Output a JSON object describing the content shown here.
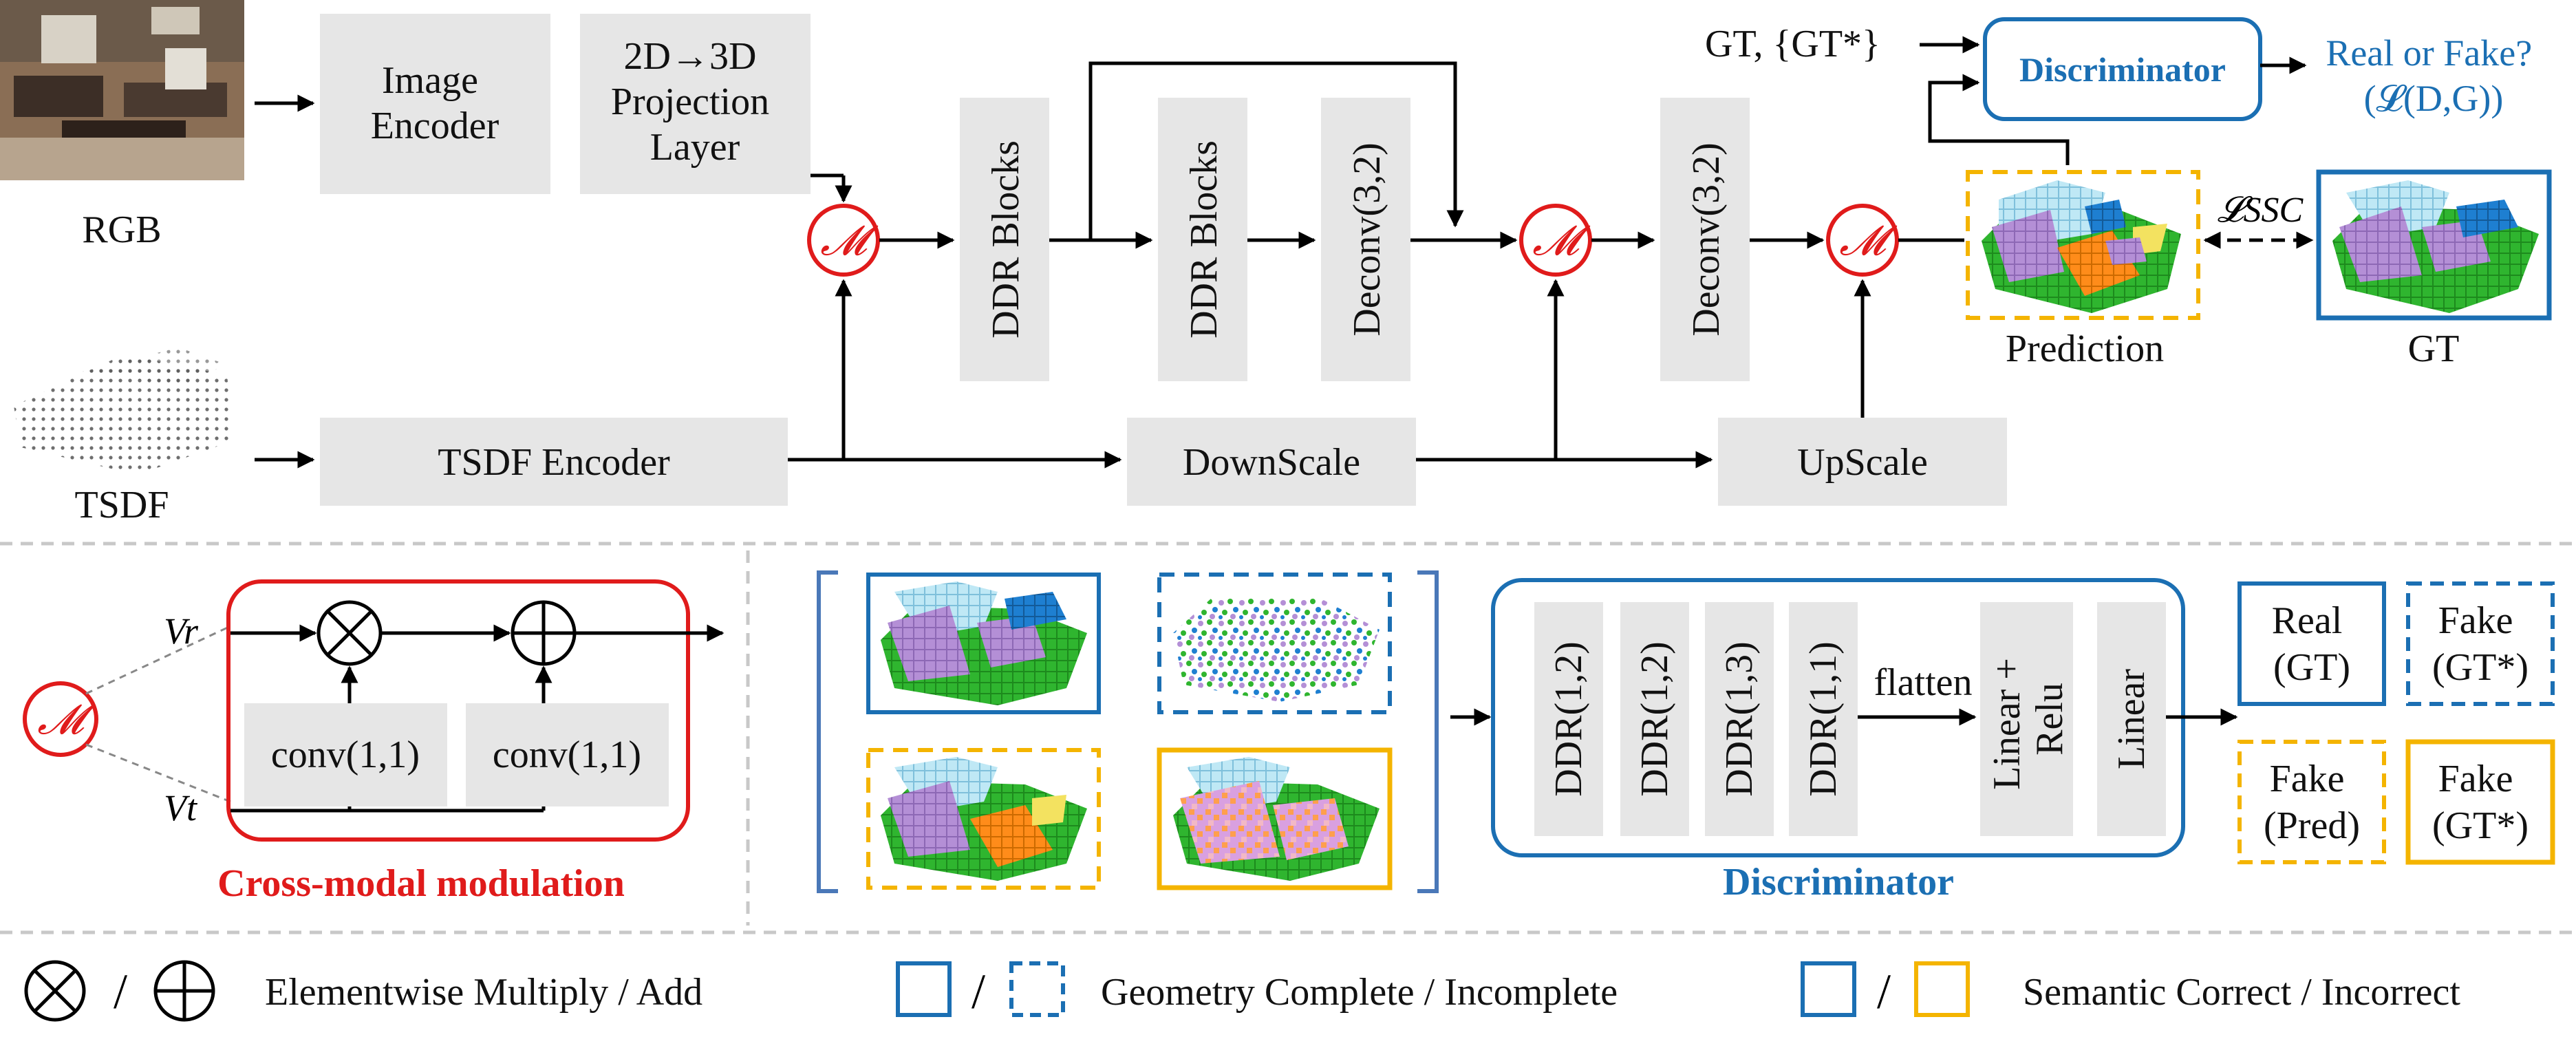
{
  "inputs": {
    "rgb_label": "RGB",
    "tsdf_label": "TSDF"
  },
  "top_pipeline": {
    "image_encoder": [
      "Image",
      "Encoder"
    ],
    "projection": [
      "2D→3D",
      "Projection",
      "Layer"
    ],
    "ddr_blocks_1": "DDR Blocks",
    "ddr_blocks_2": "DDR Blocks",
    "deconv_1": "Deconv(3,2)",
    "deconv_2": "Deconv(3,2)",
    "tsdf_encoder": "TSDF Encoder",
    "downscale": "DownScale",
    "upscale": "UpScale",
    "modulation_symbol": "𝓜",
    "gt_inputs": "GT, {GT*}",
    "discriminator": "Discriminator",
    "real_or_fake": [
      "Real or Fake?",
      "(𝓛(D,G))"
    ],
    "loss_ssc": "𝓛SSC",
    "prediction_label": "Prediction",
    "gt_label": "GT"
  },
  "cross_modal": {
    "v_r": "Vr",
    "v_t": "Vt",
    "conv_1": "conv(1,1)",
    "conv_2": "conv(1,1)",
    "title": "Cross-modal modulation"
  },
  "discriminator_detail": {
    "layers": [
      "DDR(1,2)",
      "DDR(1,2)",
      "DDR(1,3)",
      "DDR(1,1)"
    ],
    "flatten": "flatten",
    "linear_relu": [
      "Linear +",
      "Relu"
    ],
    "linear": "Linear",
    "title": "Discriminator",
    "outputs": [
      {
        "line1": "Real",
        "line2": "(GT)"
      },
      {
        "line1": "Fake",
        "line2": "(GT*)"
      },
      {
        "line1": "Fake",
        "line2": "(Pred)"
      },
      {
        "line1": "Fake",
        "line2": "(GT*)"
      }
    ]
  },
  "legend": {
    "slash": "/",
    "ops": "Elementwise Multiply / Add",
    "geometry": "Geometry Complete / Incomplete",
    "semantic": "Semantic Correct / Incorrect"
  },
  "colors": {
    "blue": "#1b6fb3",
    "yellow": "#f4b400",
    "red": "#e01b1b",
    "gray_box": "#e6e6e6"
  }
}
